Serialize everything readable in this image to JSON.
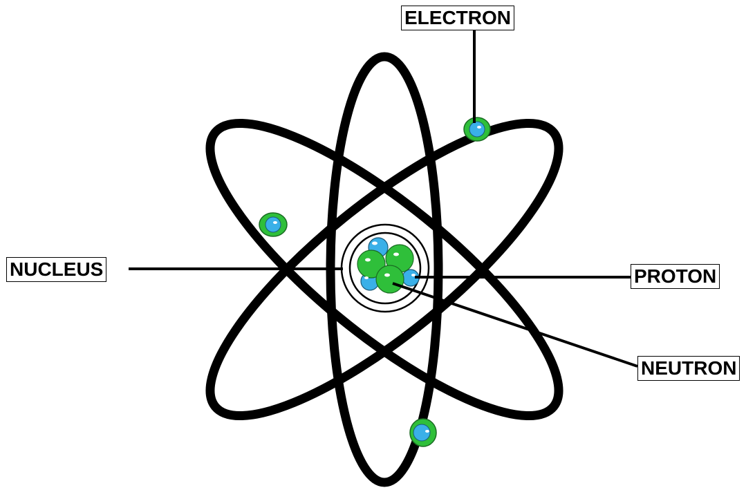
{
  "labels": {
    "electron": "ELECTRON",
    "nucleus": "NUCLEUS",
    "proton": "PROTON",
    "neutron": "NEUTRON"
  },
  "colors": {
    "background": "#ffffff",
    "orbit": "#000000",
    "proton_fill": "#3ab0e8",
    "neutron_fill": "#2fbf3a",
    "electron_ring": "#2fbf3a",
    "electron_core": "#3ab0e8"
  },
  "parts": {
    "orbits": 3,
    "electrons": 3,
    "nucleus_particles": {
      "protons": 3,
      "neutrons": 3
    }
  }
}
